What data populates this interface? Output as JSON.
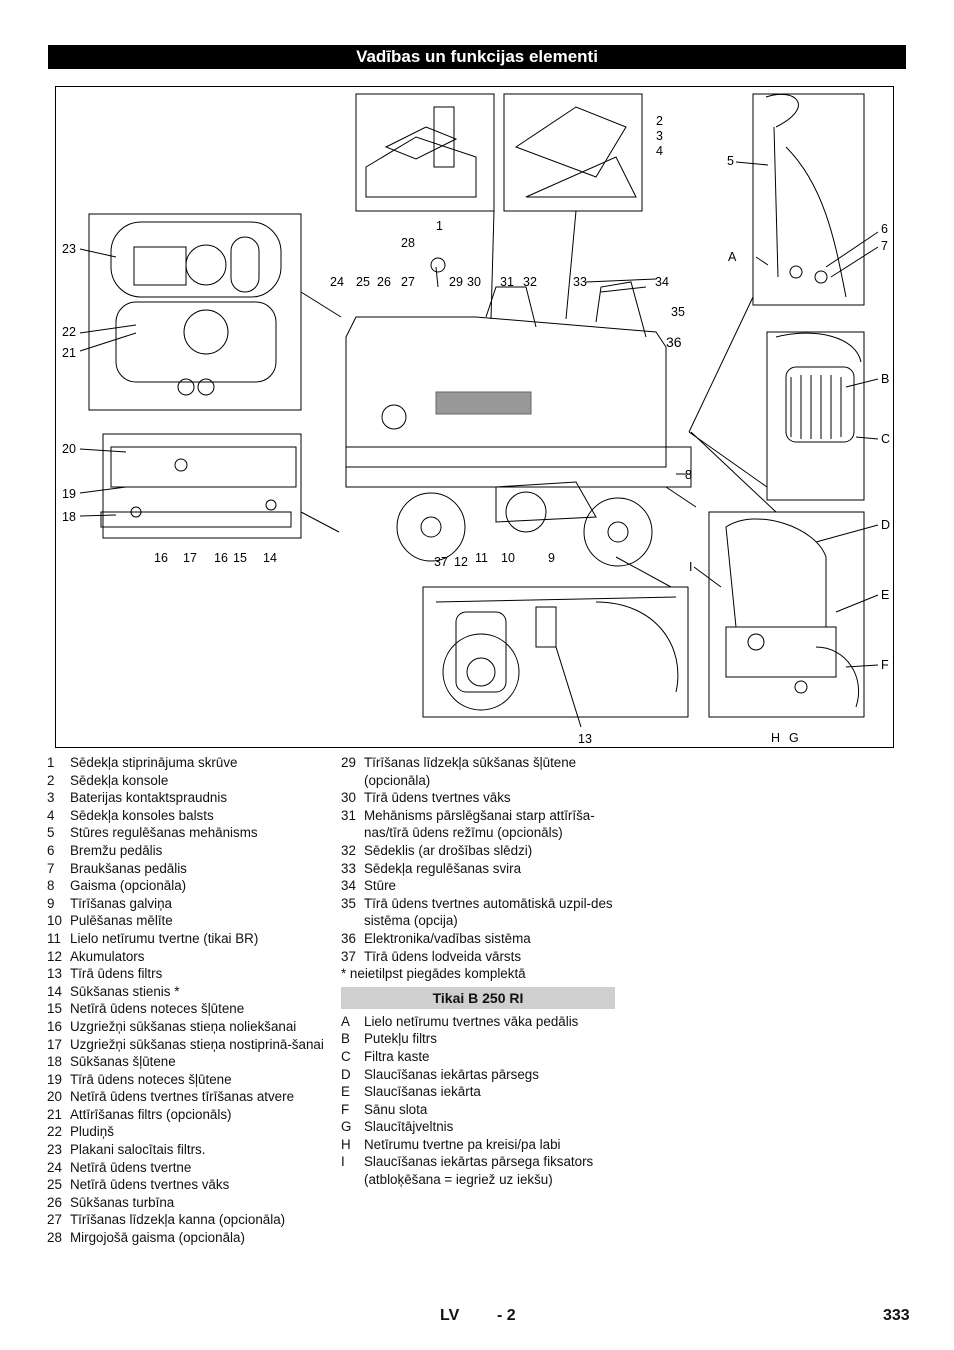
{
  "header": {
    "title": "Vadības un funkcijas elementi"
  },
  "figure": {
    "callouts": {
      "n1": "1",
      "n2": "2",
      "n3": "3",
      "n4": "4",
      "n5": "5",
      "n6": "6",
      "n7": "7",
      "n8": "8",
      "n9": "9",
      "n10": "10",
      "n11": "11",
      "n12": "12",
      "n13": "13",
      "n14": "14",
      "n15": "15",
      "n16a": "16",
      "n16b": "16",
      "n17": "17",
      "n18": "18",
      "n19": "19",
      "n20": "20",
      "n21": "21",
      "n22": "22",
      "n23": "23",
      "n24": "24",
      "n25": "25",
      "n26": "26",
      "n27": "27",
      "n28": "28",
      "n29": "29",
      "n30": "30",
      "n31": "31",
      "n32": "32",
      "n33": "33",
      "n34": "34",
      "n35": "35",
      "n36": "36",
      "n37": "37",
      "A": "A",
      "B": "B",
      "C": "C",
      "D": "D",
      "E": "E",
      "F": "F",
      "G": "G",
      "H": "H",
      "I": "I"
    }
  },
  "left_list": [
    {
      "num": "1",
      "text": "Sēdekļa stiprinājuma skrūve"
    },
    {
      "num": "2",
      "text": "Sēdekļa konsole"
    },
    {
      "num": "3",
      "text": "Baterijas kontaktspraudnis"
    },
    {
      "num": "4",
      "text": "Sēdekļa konsoles balsts"
    },
    {
      "num": "5",
      "text": "Stūres regulēšanas mehānisms"
    },
    {
      "num": "6",
      "text": "Bremžu pedālis"
    },
    {
      "num": "7",
      "text": "Braukšanas pedālis"
    },
    {
      "num": "8",
      "text": "Gaisma (opcionāla)"
    },
    {
      "num": "9",
      "text": "Tīrīšanas galviņa"
    },
    {
      "num": "10",
      "text": "Pulēšanas mēlīte"
    },
    {
      "num": "11",
      "text": "Lielo netīrumu tvertne (tikai BR)"
    },
    {
      "num": "12",
      "text": "Akumulators"
    },
    {
      "num": "13",
      "text": "Tīrā ūdens filtrs"
    },
    {
      "num": "14",
      "text": "Sūkšanas stienis *"
    },
    {
      "num": "15",
      "text": "Netīrā ūdens noteces šļūtene"
    },
    {
      "num": "16",
      "text": "Uzgriežņi sūkšanas stieņa noliekšanai"
    },
    {
      "num": "17",
      "text": "Uzgriežņi sūkšanas stieņa nostiprinā-šanai"
    },
    {
      "num": "18",
      "text": "Sūkšanas šļūtene"
    },
    {
      "num": "19",
      "text": "Tīrā ūdens noteces šļūtene"
    },
    {
      "num": "20",
      "text": "Netīrā ūdens tvertnes tīrīšanas atvere"
    },
    {
      "num": "21",
      "text": "Attīrīšanas filtrs (opcionāls)"
    },
    {
      "num": "22",
      "text": "Pludiņš"
    },
    {
      "num": "23",
      "text": "Plakani salocītais filtrs."
    },
    {
      "num": "24",
      "text": "Netīrā ūdens tvertne"
    },
    {
      "num": "25",
      "text": "Netīrā ūdens tvertnes vāks"
    },
    {
      "num": "26",
      "text": "Sūkšanas turbīna"
    },
    {
      "num": "27",
      "text": "Tīrīšanas līdzekļa kanna (opcionāla)"
    },
    {
      "num": "28",
      "text": "Mirgojošā gaisma (opcionāla)"
    }
  ],
  "right_list": [
    {
      "num": "29",
      "text": "Tīrīšanas līdzekļa sūkšanas šļūtene (opcionāla)"
    },
    {
      "num": "30",
      "text": "Tīrā ūdens tvertnes vāks"
    },
    {
      "num": "31",
      "text": "Mehānisms pārslēgšanai starp attīrīša-nas/tīrā ūdens režīmu (opcionāls)"
    },
    {
      "num": "32",
      "text": "Sēdeklis (ar drošības slēdzi)"
    },
    {
      "num": "33",
      "text": "Sēdekļa regulēšanas svira"
    },
    {
      "num": "34",
      "text": "Stūre"
    },
    {
      "num": "35",
      "text": "Tīrā ūdens tvertnes automātiskā uzpil-des sistēma (opcija)"
    },
    {
      "num": "36",
      "text": "Elektronika/vadības sistēma"
    },
    {
      "num": "37",
      "text": "Tīrā ūdens lodveida vārsts"
    }
  ],
  "footnote": "* neietilpst piegādes komplektā",
  "subsection": {
    "title": "Tikai B 250 RI",
    "items": [
      {
        "num": "A",
        "text": "Lielo netīrumu tvertnes vāka pedālis"
      },
      {
        "num": "B",
        "text": "Putekļu filtrs"
      },
      {
        "num": "C",
        "text": "Filtra kaste"
      },
      {
        "num": "D",
        "text": "Slaucīšanas iekārtas pārsegs"
      },
      {
        "num": "E",
        "text": "Slaucīšanas iekārta"
      },
      {
        "num": "F",
        "text": "Sānu slota"
      },
      {
        "num": "G",
        "text": "Slaucītājveltnis"
      },
      {
        "num": "H",
        "text": "Netīrumu tvertne pa kreisi/pa labi"
      },
      {
        "num": "I",
        "text": "Slaucīšanas iekārtas pārsega fiksators (atbloķēšana = iegriež uz iekšu)"
      }
    ]
  },
  "footer": {
    "lang": "LV",
    "section": "- 2",
    "page": "333"
  }
}
